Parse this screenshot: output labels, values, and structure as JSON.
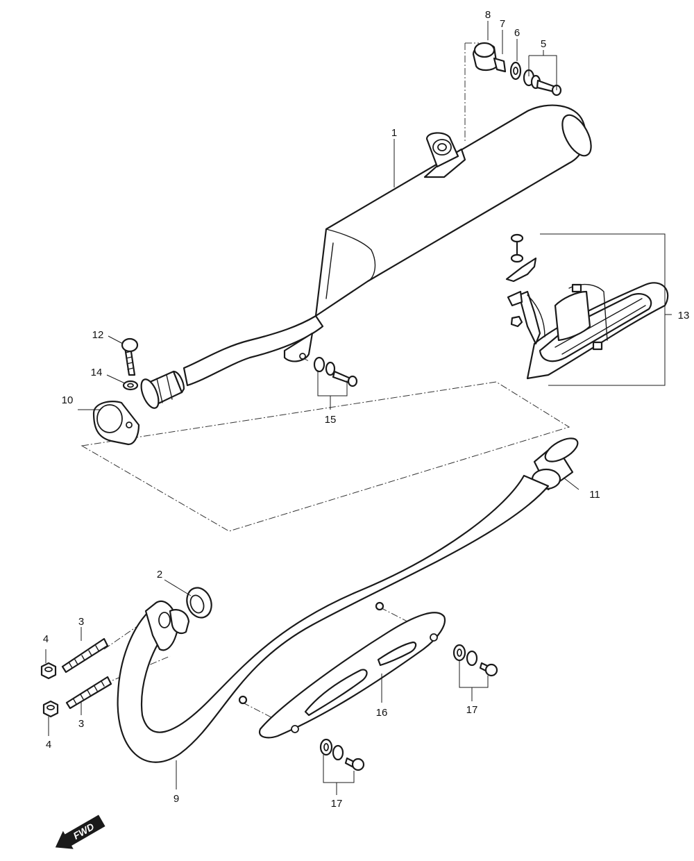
{
  "callouts": {
    "c1": "1",
    "c2": "2",
    "c3a": "3",
    "c3b": "3",
    "c4a": "4",
    "c4b": "4",
    "c5": "5",
    "c6": "6",
    "c7": "7",
    "c8": "8",
    "c9": "9",
    "c10": "10",
    "c11": "11",
    "c12": "12",
    "c13": "13",
    "c14": "14",
    "c15": "15",
    "c16": "16",
    "c17a": "17",
    "c17b": "17"
  },
  "direction_badge": {
    "label": "FWD"
  }
}
